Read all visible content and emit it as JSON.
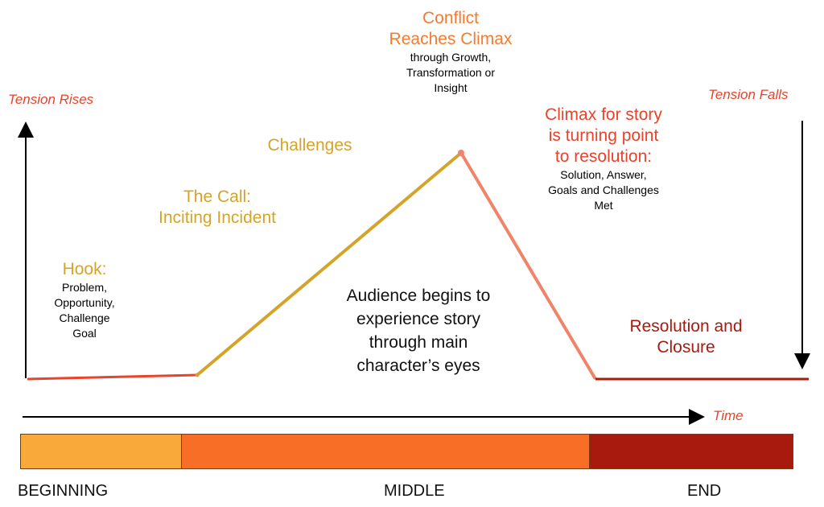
{
  "axis": {
    "y_up_label": "Tension Rises",
    "y_down_label": "Tension Falls",
    "x_label": "Time"
  },
  "labels": {
    "hook_title": "Hook:",
    "hook_body": [
      "Problem,",
      "Opportunity,",
      "Challenge",
      "Goal"
    ],
    "call_title": [
      "The Call:",
      "Inciting Incident"
    ],
    "challenges": "Challenges",
    "climax_title": [
      "Conflict",
      "Reaches Climax"
    ],
    "climax_body": [
      "through Growth,",
      "Transformation or",
      "Insight"
    ],
    "turning_title": [
      "Climax for story",
      "is turning point",
      "to resolution:"
    ],
    "turning_body": [
      "Solution, Answer,",
      "Goals and Challenges",
      "Met"
    ],
    "audience": [
      "Audience begins to",
      "experience story",
      "through main",
      "character’s eyes"
    ],
    "resolution": [
      "Resolution and",
      "Closure"
    ]
  },
  "sections": [
    "BEGINNING",
    "MIDDLE",
    "END"
  ],
  "colors": {
    "red": "#e8432b",
    "gold": "#d4a42a",
    "orange": "#f47c30",
    "salmon": "#f0846a",
    "darkred": "#a61c0e",
    "bar_beginning": "#f9a83a",
    "bar_middle": "#f86e26",
    "bar_end": "#a8190e"
  }
}
